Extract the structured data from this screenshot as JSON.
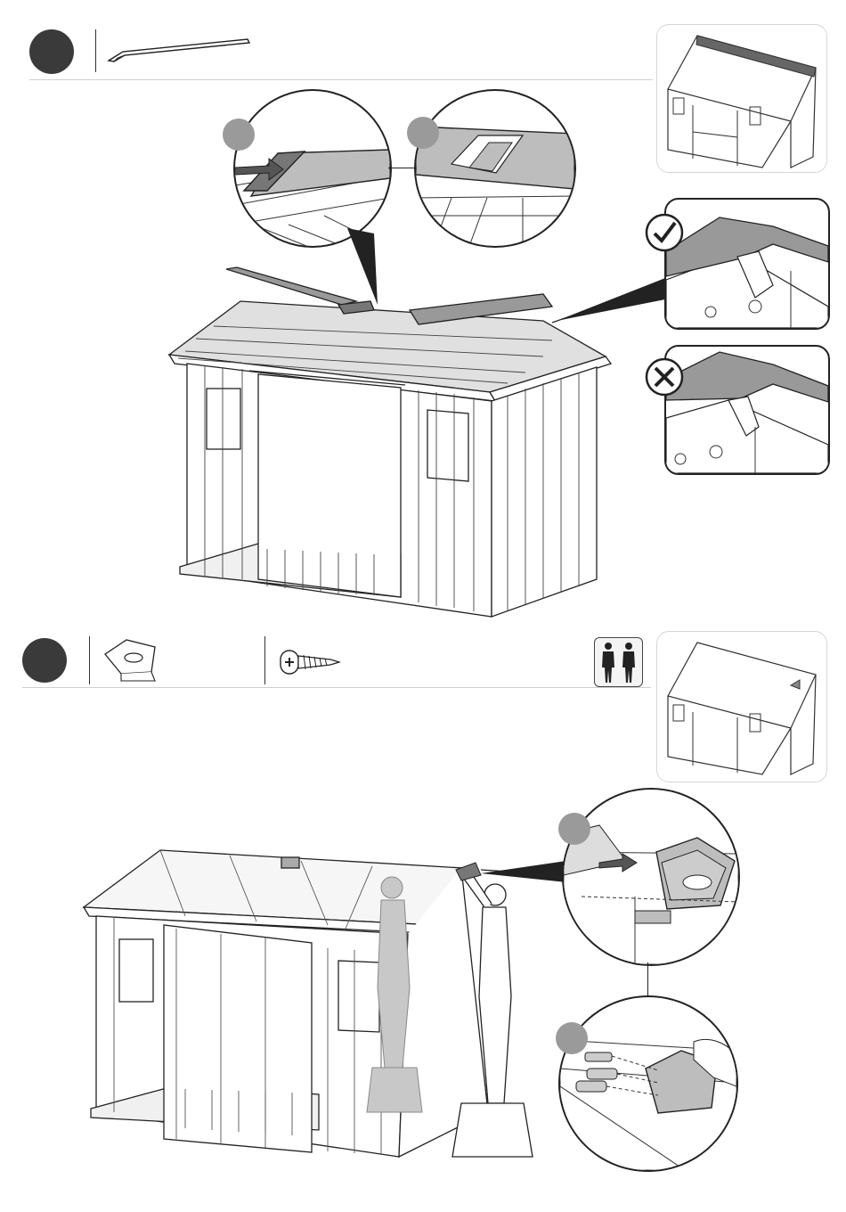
{
  "steps": [
    {
      "id": "step-a",
      "part_icons": [
        "roof-ridge-cap-part-icon"
      ],
      "people_required": null,
      "details": [
        "arrow-slide-detail",
        "slot-alignment-detail"
      ],
      "checks": [
        "correct-check-icon",
        "incorrect-cross-icon"
      ]
    },
    {
      "id": "step-b",
      "part_icons": [
        "gable-end-cap-part-icon",
        "screw-part-icon"
      ],
      "people_required": "two-persons-icon",
      "details": [
        "end-cap-slide-detail",
        "end-cap-screw-detail"
      ]
    }
  ],
  "colors": {
    "step_circle": "#3a3a3a",
    "sub_dot": "#9a9a9a",
    "line": "#222222",
    "fill_gray": "#bdbdbd"
  }
}
